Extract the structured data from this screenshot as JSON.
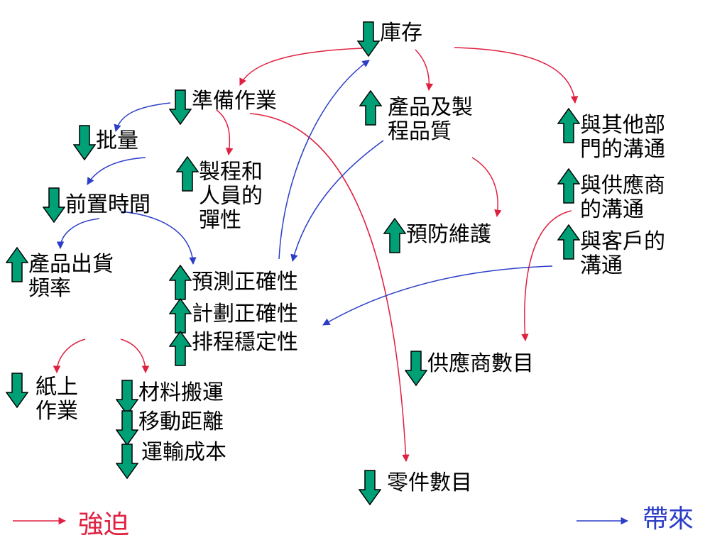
{
  "colors": {
    "arrow_fill": "#00a077",
    "arrow_stroke": "#000000",
    "forces": "#e02040",
    "brings": "#2c3ec8"
  },
  "nodes": {
    "inventory": {
      "icon": "down-arrow-icon",
      "lines": [
        "庫存"
      ]
    },
    "setup": {
      "icon": "down-arrow-icon",
      "lines": [
        "準備作業"
      ]
    },
    "quality": {
      "icon": "up-arrow-icon",
      "lines": [
        "產品及製",
        "程品質"
      ]
    },
    "comm_dept": {
      "icon": "up-arrow-icon",
      "lines": [
        "與其他部",
        "門的溝通"
      ]
    },
    "comm_supplier": {
      "icon": "up-arrow-icon",
      "lines": [
        "與供應商",
        "的溝通"
      ]
    },
    "comm_customer": {
      "icon": "up-arrow-icon",
      "lines": [
        "與客戶的",
        "溝通"
      ]
    },
    "batch": {
      "icon": "down-arrow-icon",
      "lines": [
        "批量"
      ]
    },
    "flexibility": {
      "icon": "up-arrow-icon",
      "lines": [
        "製程和",
        "人員的",
        "彈性"
      ]
    },
    "lead_time": {
      "icon": "down-arrow-icon",
      "lines": [
        "前置時間"
      ]
    },
    "maintenance": {
      "icon": "up-arrow-icon",
      "lines": [
        "預防維護"
      ]
    },
    "ship_freq": {
      "icon": "up-arrow-icon",
      "lines": [
        "產品出貨",
        "頻率"
      ]
    },
    "forecast": {
      "icon": "up-arrow-icon",
      "lines": [
        "預測正確性"
      ]
    },
    "plan": {
      "icon": "up-arrow-icon",
      "lines": [
        "計劃正確性"
      ]
    },
    "schedule": {
      "icon": "up-arrow-icon",
      "lines": [
        "排程穩定性"
      ]
    },
    "suppliers": {
      "icon": "down-arrow-icon",
      "lines": [
        "供應商數目"
      ]
    },
    "paper": {
      "icon": "down-arrow-icon",
      "lines": [
        "紙上",
        "作業"
      ]
    },
    "handling": {
      "icon": "down-arrow-icon",
      "lines": [
        "材料搬運"
      ]
    },
    "distance": {
      "icon": "down-arrow-icon",
      "lines": [
        "移動距離"
      ]
    },
    "transport": {
      "icon": "down-arrow-icon",
      "lines": [
        "運輸成本"
      ]
    },
    "parts": {
      "icon": "down-arrow-icon",
      "lines": [
        "零件數目"
      ]
    }
  },
  "legend": {
    "forces_label": "強迫",
    "brings_label": "帶來"
  }
}
